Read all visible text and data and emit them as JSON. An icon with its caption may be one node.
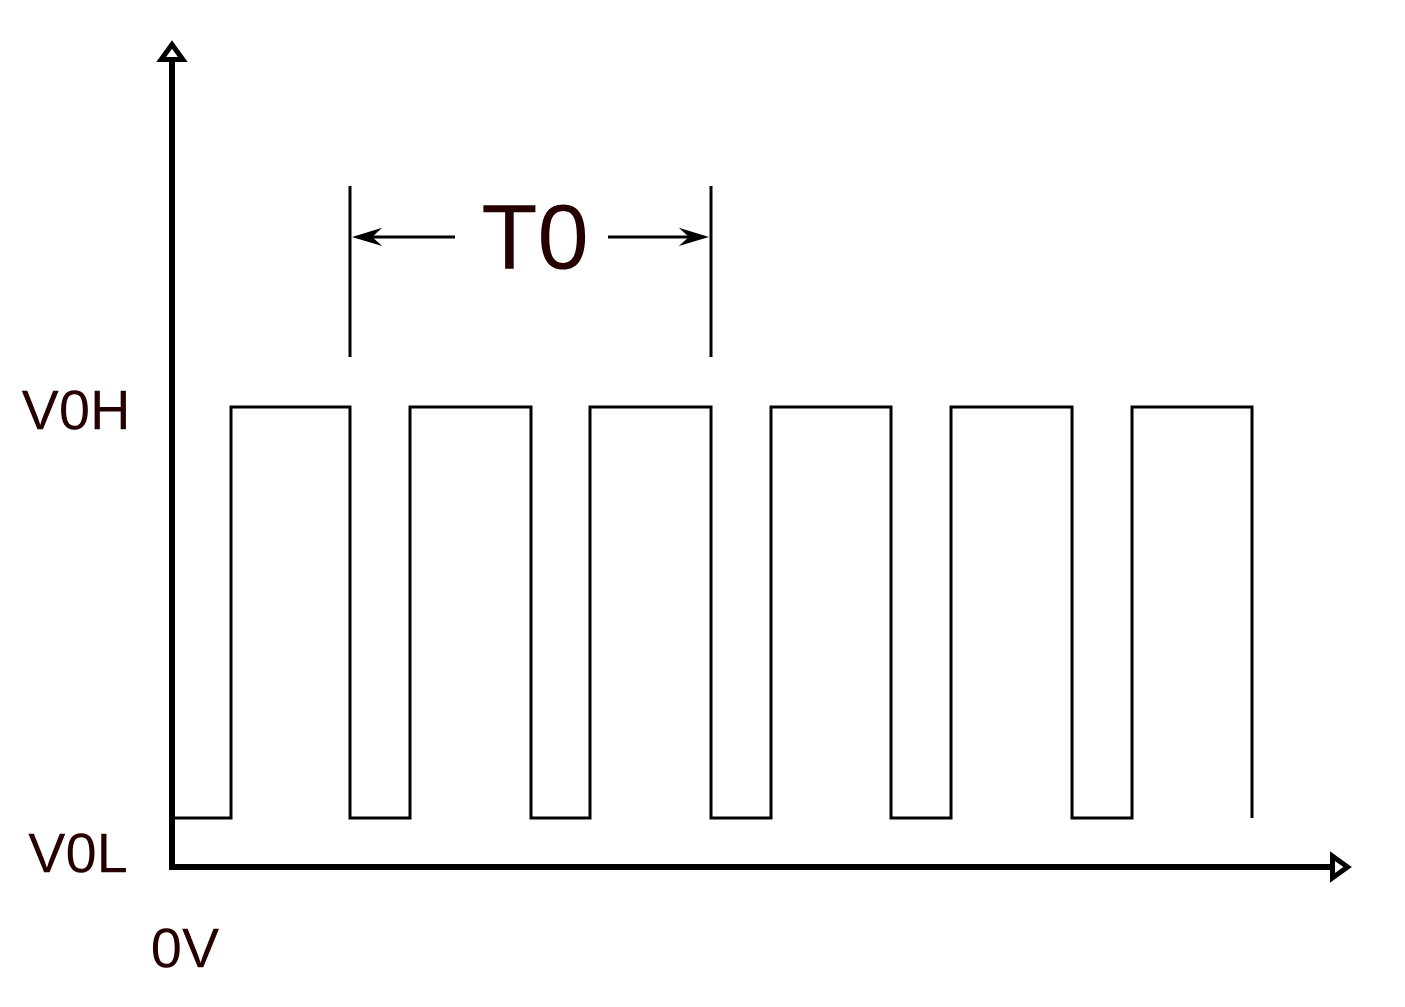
{
  "diagram": {
    "labels": [
      "T0",
      "V0H",
      "V0L",
      "0V"
    ]
  }
}
